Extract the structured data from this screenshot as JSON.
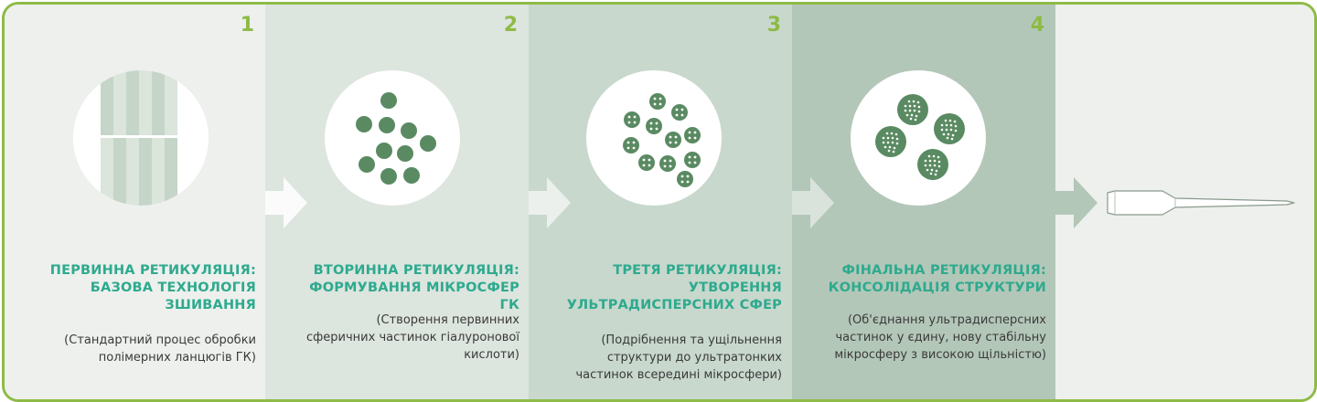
{
  "steps": [
    {
      "number": "1",
      "title_lines": [
        "ПЕРВИННА РЕТИКУЛЯЦІЯ:",
        "БАЗОВА ТЕХНОЛОГІЯ",
        "ЗШИВАННЯ"
      ],
      "desc_lines": [
        "(Стандартний процес обробки",
        "полімерних ланцюгів ГК)"
      ],
      "icon": "crosslinked-chains-icon"
    },
    {
      "number": "2",
      "title_lines": [
        "ВТОРИННА РЕТИКУЛЯЦІЯ:",
        "ФОРМУВАННЯ МІКРОСФЕР ГК"
      ],
      "desc_lines": [
        "(Створення первинних",
        "сферичних частинок гіалуронової",
        "кислоти)"
      ],
      "icon": "microspheres-icon"
    },
    {
      "number": "3",
      "title_lines": [
        "ТРЕТЯ РЕТИКУЛЯЦІЯ:",
        "УТВОРЕННЯ",
        "УЛЬТРАДИСПЕРСНИХ СФЕР"
      ],
      "desc_lines": [
        "(Подрібнення та ущільнення",
        "структури до ультратонких",
        "частинок всередині мікросфери)"
      ],
      "icon": "ultradispersed-spheres-icon"
    },
    {
      "number": "4",
      "title_lines": [
        "ФІНАЛЬНА РЕТИКУЛЯЦІЯ:",
        "КОНСОЛІДАЦІЯ СТРУКТУРИ"
      ],
      "desc_lines": [
        "(Об'єднання ультрадисперсних",
        "частинок у єдину, нову стабільну",
        "мікросферу з високою щільністю)"
      ],
      "icon": "consolidated-spheres-icon"
    }
  ],
  "final_icon": "syringe-needle-icon",
  "colors": {
    "accent_green": "#8dbb45",
    "title_teal": "#2eaa8e",
    "sphere_green": "#5a8a62",
    "text": "#3a3a3a"
  }
}
